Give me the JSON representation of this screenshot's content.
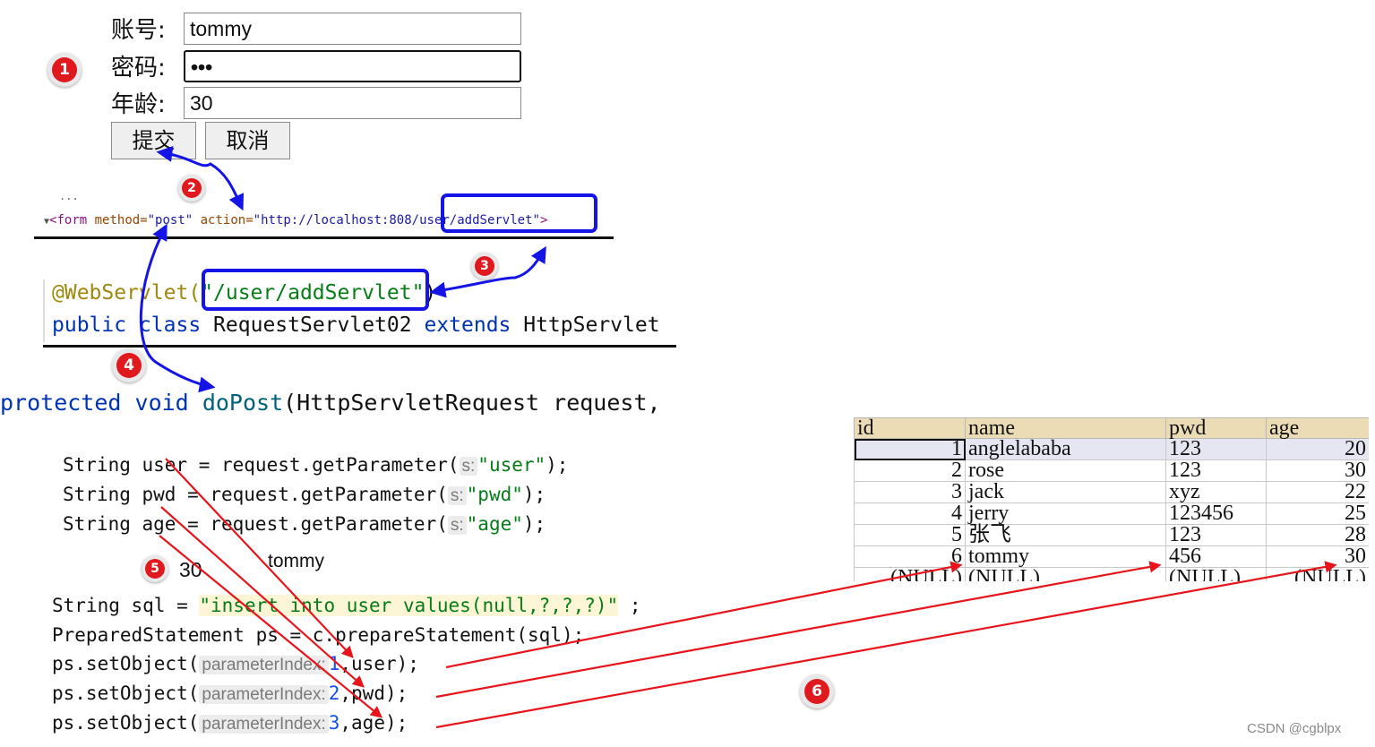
{
  "form": {
    "account_label": "账号:",
    "account_value": "tommy",
    "password_label": "密码:",
    "password_value": "•••",
    "age_label": "年龄:",
    "age_value": "30",
    "submit_label": "提交",
    "cancel_label": "取消"
  },
  "badges": [
    "1",
    "2",
    "3",
    "4",
    "5",
    "6"
  ],
  "devtools": {
    "garbled": "...",
    "toggle": "▼",
    "tag_open": "<form",
    "method_attr": " method=",
    "method_val": "\"post\"",
    "action_attr": " action=",
    "action_val_a": "\"http://localhost:808",
    "action_val_b": "/user/addServlet\"",
    "tag_close": ">"
  },
  "servlet": {
    "annotation": "@WebServlet(",
    "path": "\"/user/addServlet\"",
    "annotation_close": ")",
    "public": "public",
    "class_kw": "class",
    "class_name": " RequestServlet02 ",
    "extends": "extends",
    "parent": " HttpServlet"
  },
  "method_sig": {
    "protected": "protected",
    "void": "void",
    "name": "doPost",
    "rest": "(HttpServletRequest request,"
  },
  "params": [
    {
      "prefix": "String user = request.getParameter(",
      "hint": "s:",
      "arg": "\"user\"",
      "suffix": ");"
    },
    {
      "prefix": "String pwd = request.getParameter(",
      "hint": "s:",
      "arg": "\"pwd\"",
      "suffix": ");"
    },
    {
      "prefix": "String age = request.getParameter(",
      "hint": "s:",
      "arg": "\"age\"",
      "suffix": ");"
    }
  ],
  "debug_values": {
    "age": "30",
    "user": "tommy"
  },
  "sql_code": {
    "sql_prefix": "String sql = ",
    "sql_string": "\"insert into user values(null,?,?,?)\"",
    "sql_suffix": " ;",
    "ps_line": "PreparedStatement ps = c.prepareStatement(sql);",
    "set_prefix": "ps.setObject(",
    "set_hint": "parameterIndex:",
    "set_rows": [
      {
        "index": "1",
        "rest": ",user);"
      },
      {
        "index": "2",
        "rest": ",pwd);"
      },
      {
        "index": "3",
        "rest": ",age);"
      }
    ]
  },
  "table": {
    "columns": [
      "id",
      "name",
      "pwd",
      "age"
    ],
    "rows": [
      [
        "1",
        "anglelababa",
        "123",
        "20"
      ],
      [
        "2",
        "rose",
        "123",
        "30"
      ],
      [
        "3",
        "jack",
        "xyz",
        "22"
      ],
      [
        "4",
        "jerry",
        "123456",
        "25"
      ],
      [
        "5",
        "张飞",
        "123",
        "28"
      ],
      [
        "6",
        "tommy",
        "456",
        "30"
      ],
      [
        "(NULL)",
        "(NULL)",
        "(NULL)",
        "(NULL)"
      ]
    ]
  },
  "watermark": "CSDN @cgblpx",
  "colors": {
    "arrow_red": "#e8141b",
    "arrow_blue": "#1414e6",
    "badge_red": "#e0191f"
  }
}
